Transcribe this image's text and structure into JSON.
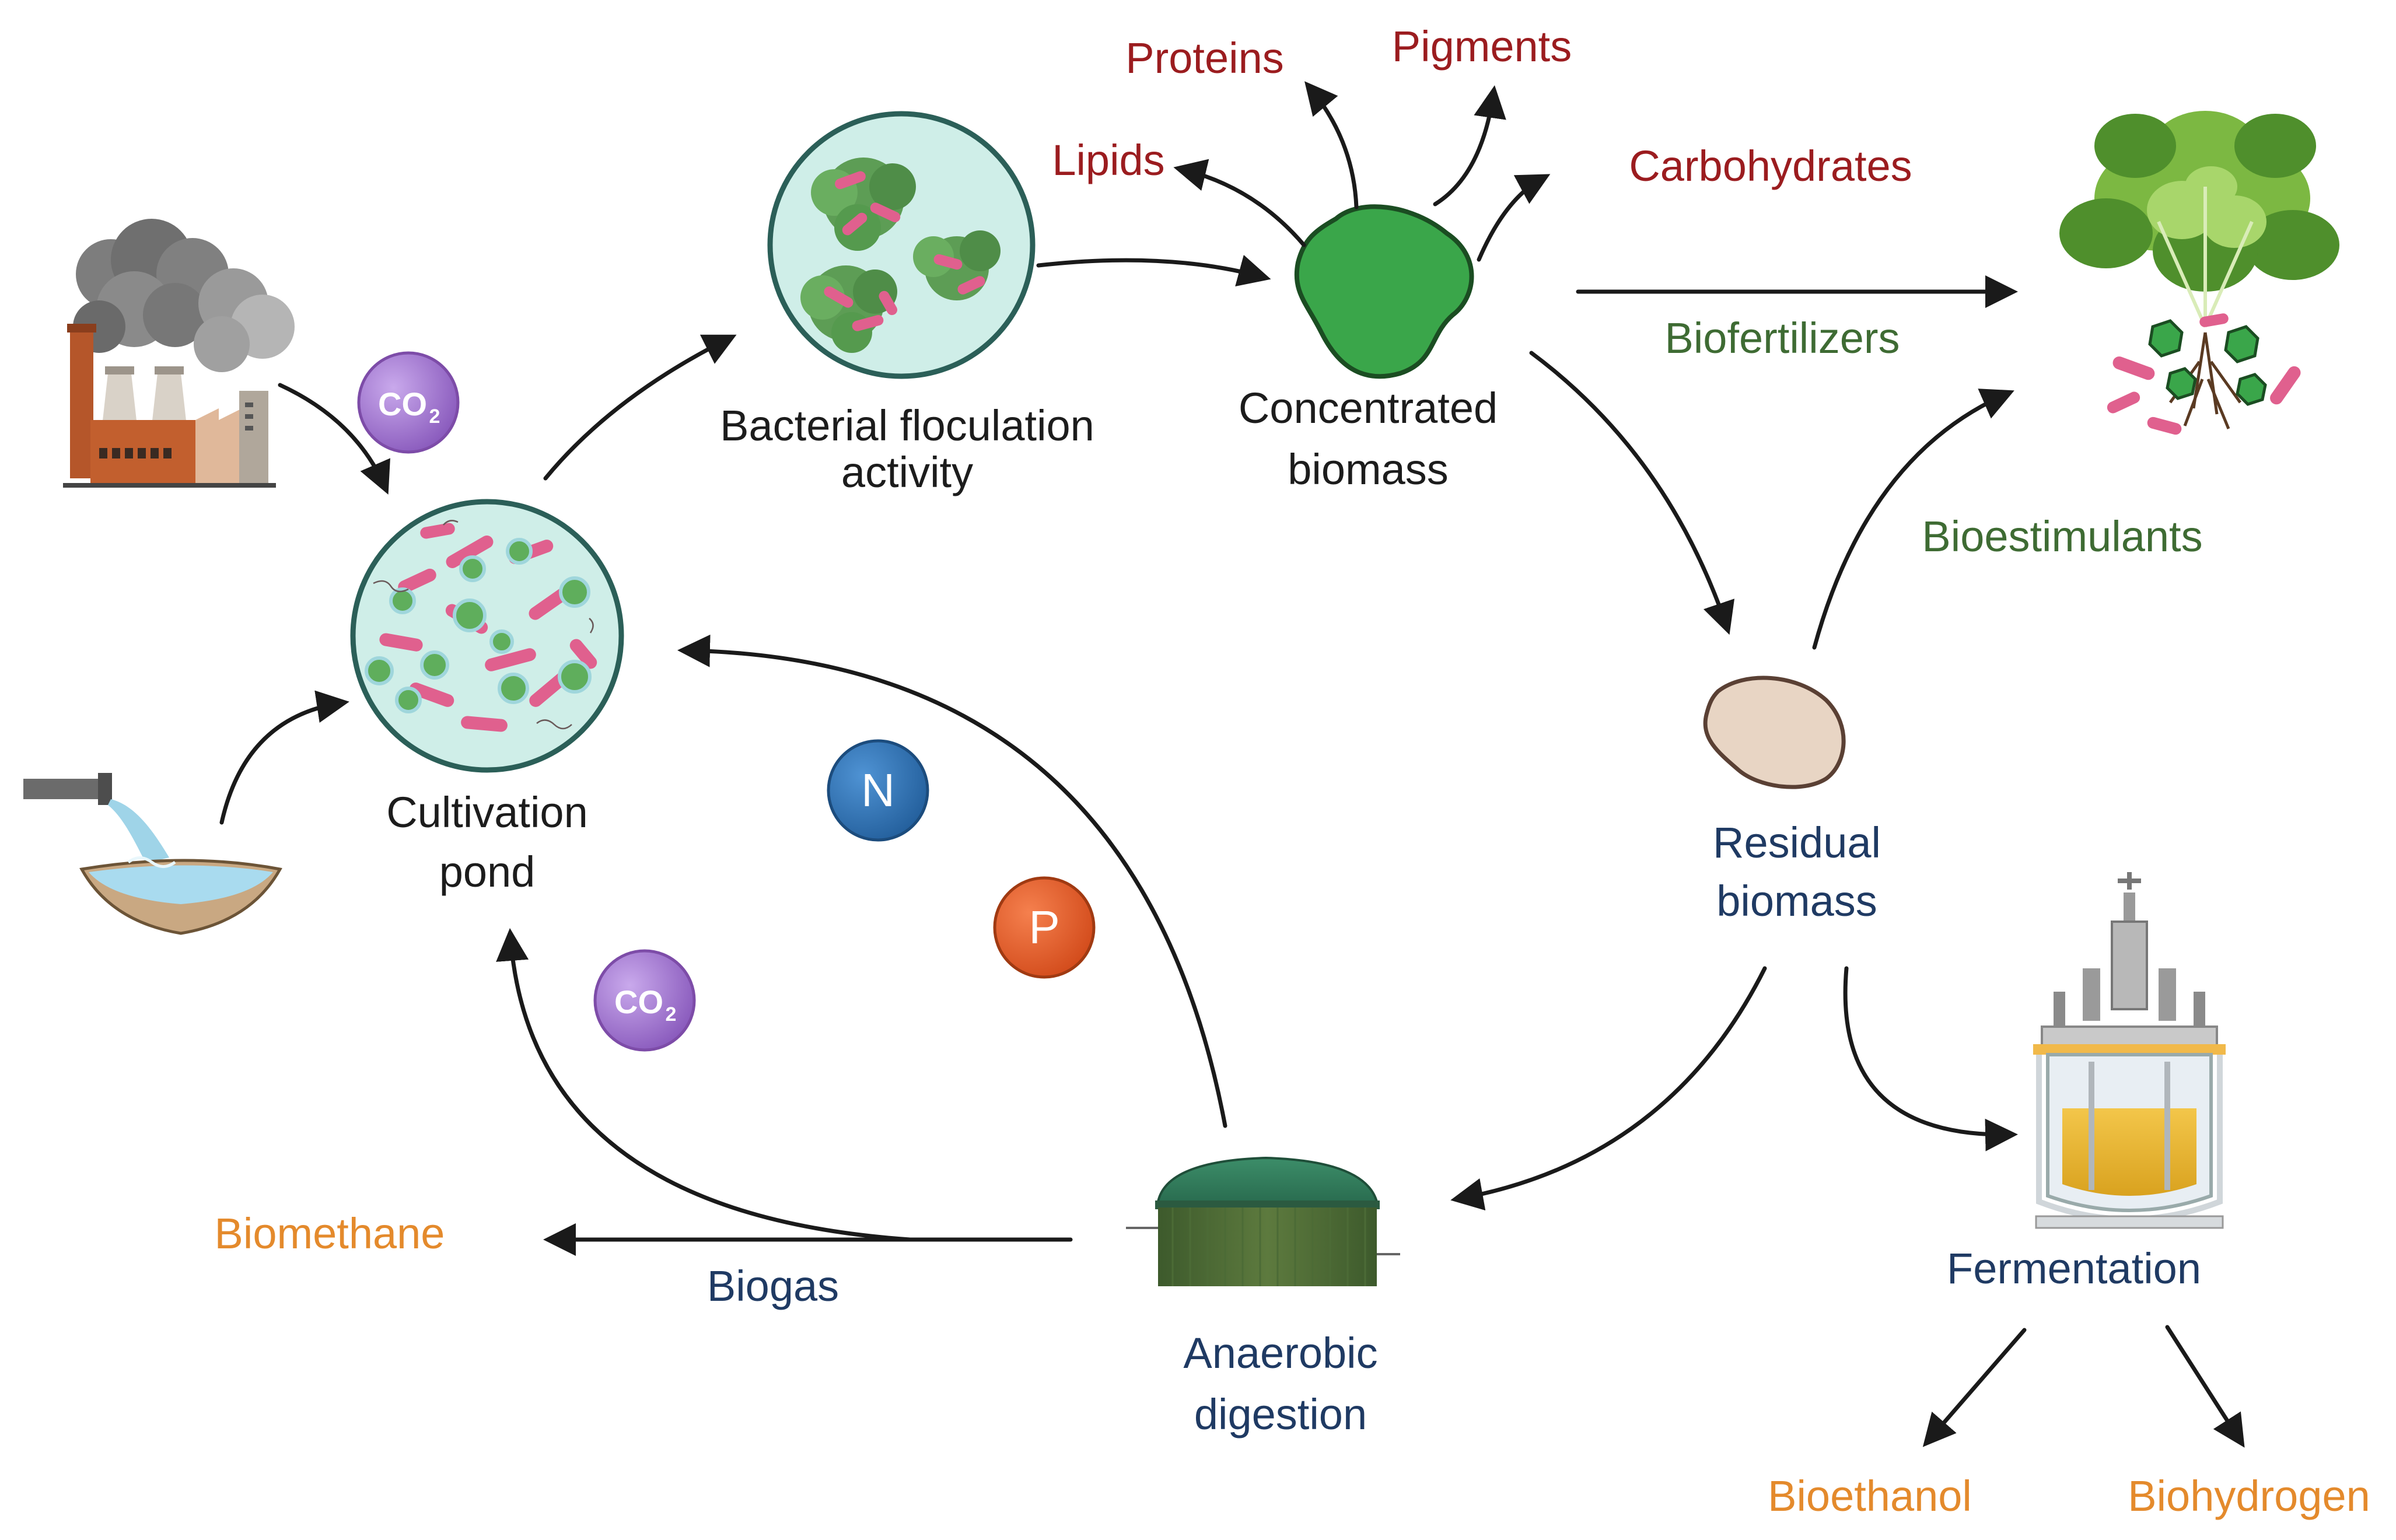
{
  "labels": {
    "cultivation_pond": [
      "Cultivation",
      "pond"
    ],
    "bacterial_floculation": [
      "Bacterial floculation",
      "activity"
    ],
    "concentrated_biomass": [
      "Concentrated",
      "biomass"
    ],
    "lipids": "Lipids",
    "proteins": "Proteins",
    "pigments": "Pigments",
    "carbohydrates": "Carbohydrates",
    "biofertilizers": "Biofertilizers",
    "bioestimulants": "Bioestimulants",
    "residual_biomass": [
      "Residual",
      "biomass"
    ],
    "fermentation": "Fermentation",
    "bioethanol": "Bioethanol",
    "biohydrogen": "Biohydrogen",
    "anaerobic_digestion": [
      "Anaerobic",
      "digestion"
    ],
    "biogas": "Biogas",
    "biomethane": "Biomethane"
  },
  "nutrients": {
    "co2_main": "CO",
    "co2_sub": "2",
    "nitrogen": "N",
    "phosphorus": "P"
  },
  "colors": {
    "dark": "#1c1c1c",
    "navy": "#1f3a63",
    "product_red": "#9b1c1f",
    "agri_green": "#3e6b33",
    "energy_orange": "#e48a2c",
    "co2_purple": "#9b6fc7",
    "nitrogen_blue": "#2f72b5",
    "phosphorus_orange": "#e5612c",
    "biomass_green": "#3aa64a",
    "residual_tan": "#e8d5c4"
  },
  "icons": {
    "factory": "factory-icon",
    "wastewater": "wastewater-inflow-icon",
    "pond": "cultivation-pond-icon",
    "floc": "bacterial-floc-icon",
    "biomass": "concentrated-biomass-icon",
    "plant": "lettuce-plant-icon",
    "residual": "residual-biomass-icon",
    "bioreactor": "bioreactor-icon",
    "digester": "anaerobic-digester-icon"
  }
}
